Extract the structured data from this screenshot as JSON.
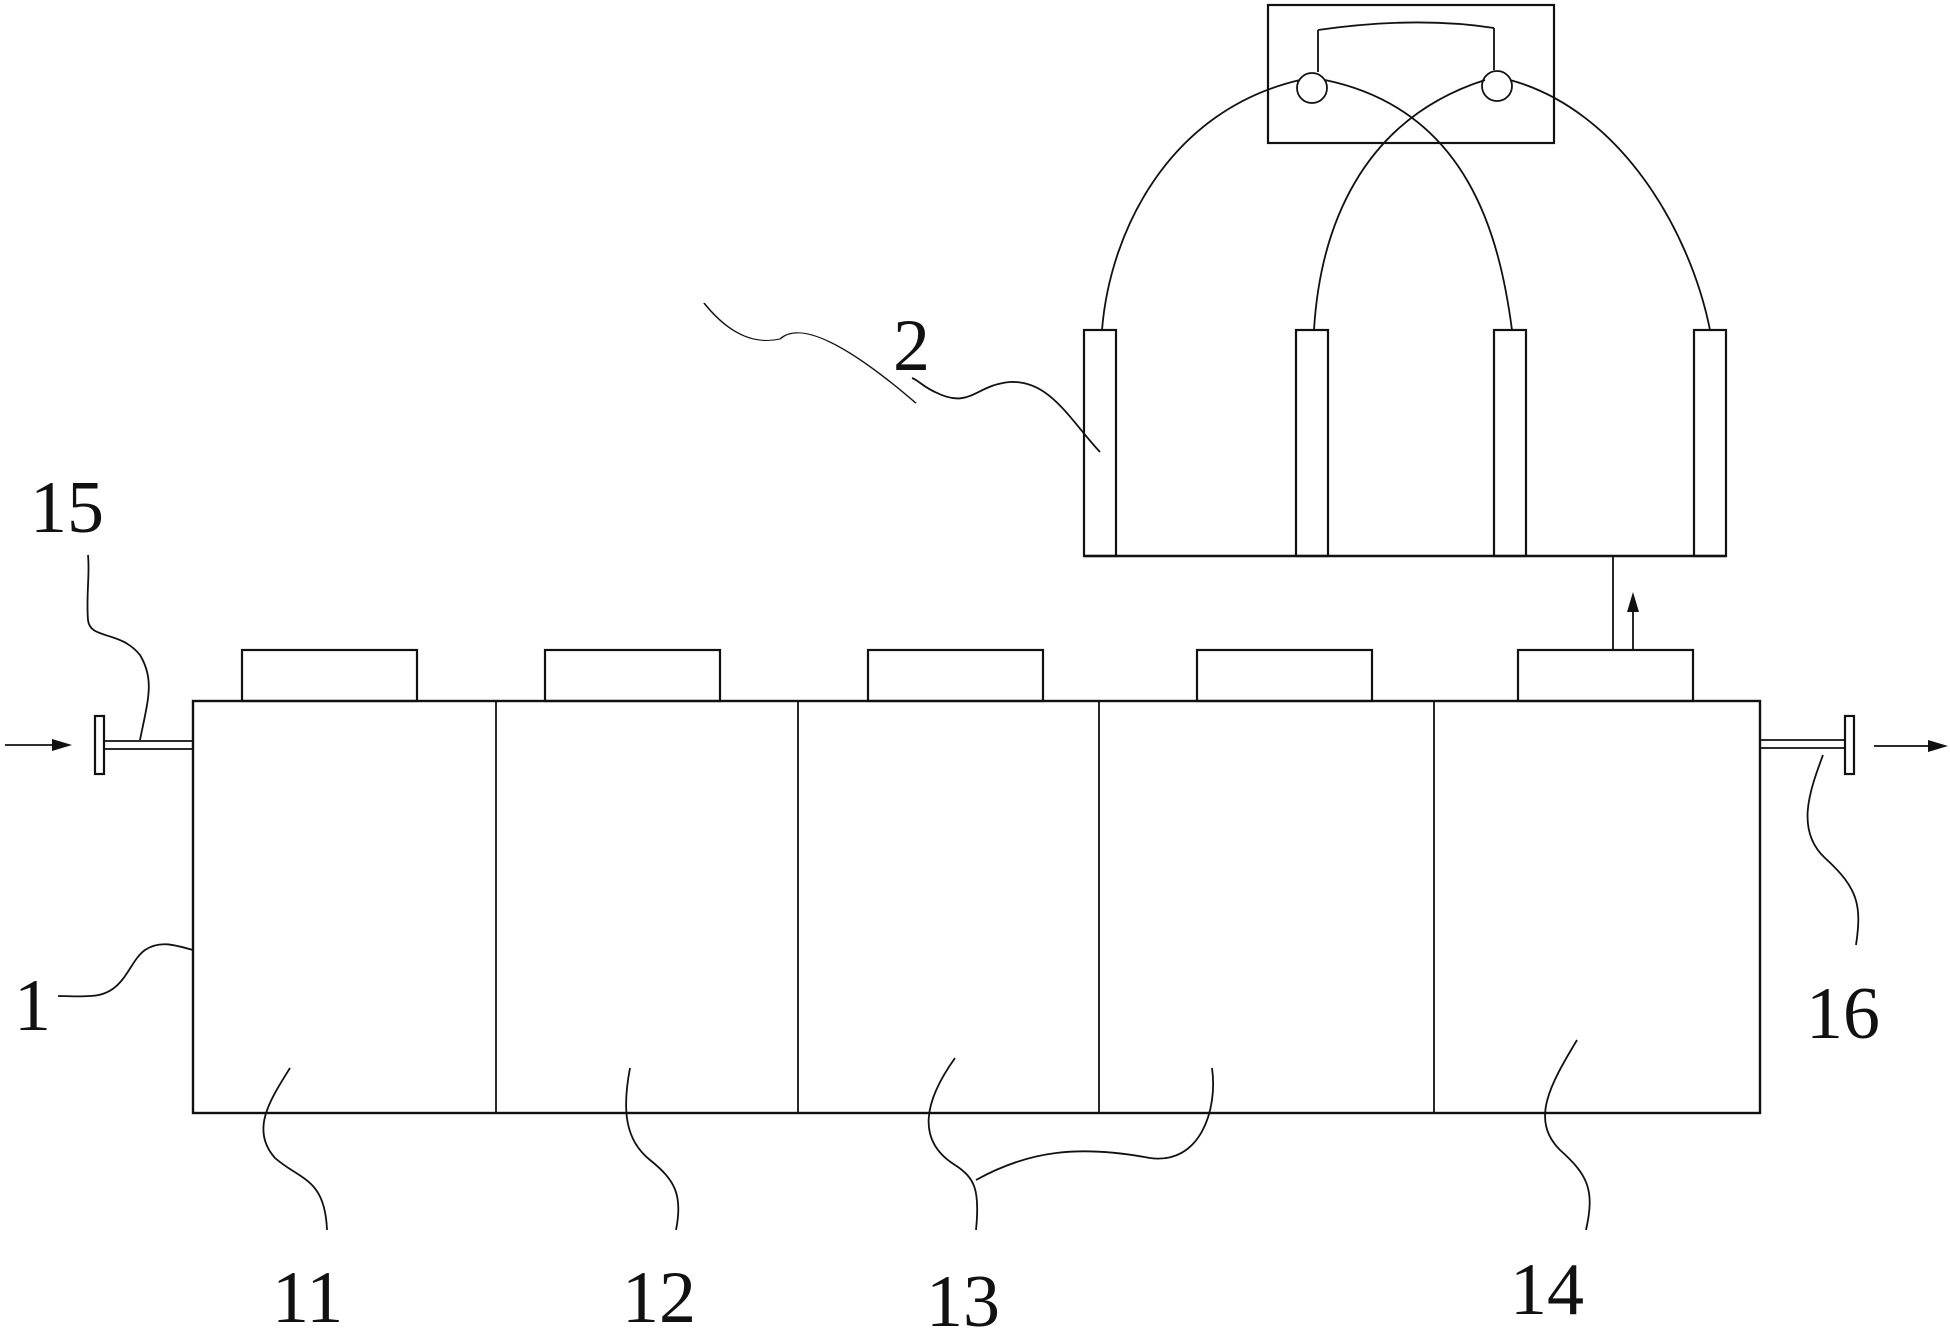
{
  "labels": {
    "tank": "1",
    "electrode_assembly": "2",
    "chamber_first": "11",
    "chamber_second": "12",
    "chambers_middle": "13",
    "chamber_last": "14",
    "inlet_valve": "15",
    "outlet_valve": "16"
  },
  "colors": {
    "line": "#111111",
    "background": "#ffffff"
  },
  "icons": {
    "inlet_flow": "arrow-right-icon",
    "outlet_flow": "arrow-right-icon",
    "gas_flow": "arrow-up-icon"
  }
}
